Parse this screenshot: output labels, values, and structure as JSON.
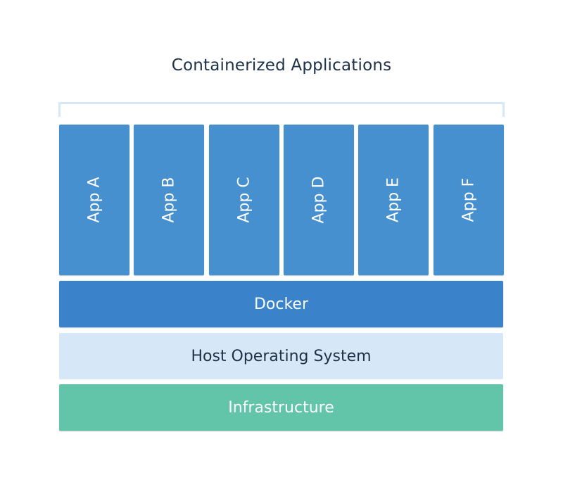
{
  "diagram": {
    "title": "Containerized Applications",
    "apps": [
      {
        "label": "App A"
      },
      {
        "label": "App B"
      },
      {
        "label": "App C"
      },
      {
        "label": "App D"
      },
      {
        "label": "App E"
      },
      {
        "label": "App F"
      }
    ],
    "layers": {
      "docker": "Docker",
      "host": "Host Operating System",
      "infrastructure": "Infrastructure"
    },
    "colors": {
      "app_blue": "#4690cf",
      "docker_blue": "#3a82c9",
      "host_light_blue": "#d6e8f8",
      "infrastructure_green": "#62c4a9",
      "title_text": "#1d3247"
    }
  }
}
